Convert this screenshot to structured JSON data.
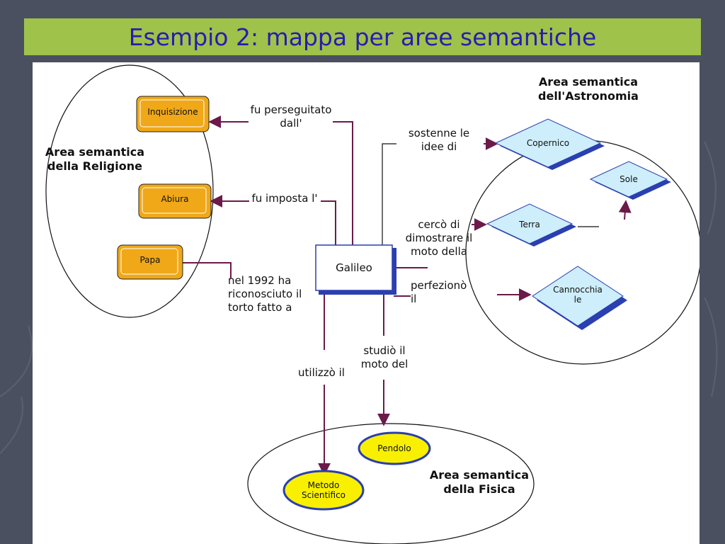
{
  "slide": {
    "title": "Esempio 2: mappa per aree semantiche"
  },
  "map": {
    "center": "Galileo",
    "areas": {
      "religione": "Area semantica\ndella Religione",
      "astronomia": "Area semantica\ndell'Astronomia",
      "fisica": "Area semantica\ndella Fisica"
    },
    "nodes": {
      "inquisizione": "Inquisizione",
      "abiura": "Abiura",
      "papa": "Papa",
      "copernico": "Copernico",
      "sole": "Sole",
      "terra": "Terra",
      "cannocchiale": "Cannocchia\nle",
      "pendolo": "Pendolo",
      "metodo": "Metodo\nScientifico"
    },
    "links": {
      "perseguitato": "fu perseguitato\ndall'",
      "imposta": "fu imposta l'",
      "riconosciuto": "nel 1992 ha\nriconosciuto il\ntorto fatto a",
      "sostenne": "sostenne le\nidee di",
      "cerco": "cercò di\ndimostrare il\nmoto della",
      "perfeziono": "perfezionò\nil",
      "utilizzo": "utilizzò il",
      "studio": "studiò il\nmoto del"
    }
  },
  "colors": {
    "background": "#4a5060",
    "title_bar": "#9ec24a",
    "title_text": "#2a1ab0",
    "link_line": "#6b1a4a",
    "orange_node": "#f0a818",
    "diamond_node": "#cdeefa",
    "diamond_border": "#2a3fb0",
    "yellow_node": "#f8f000"
  }
}
